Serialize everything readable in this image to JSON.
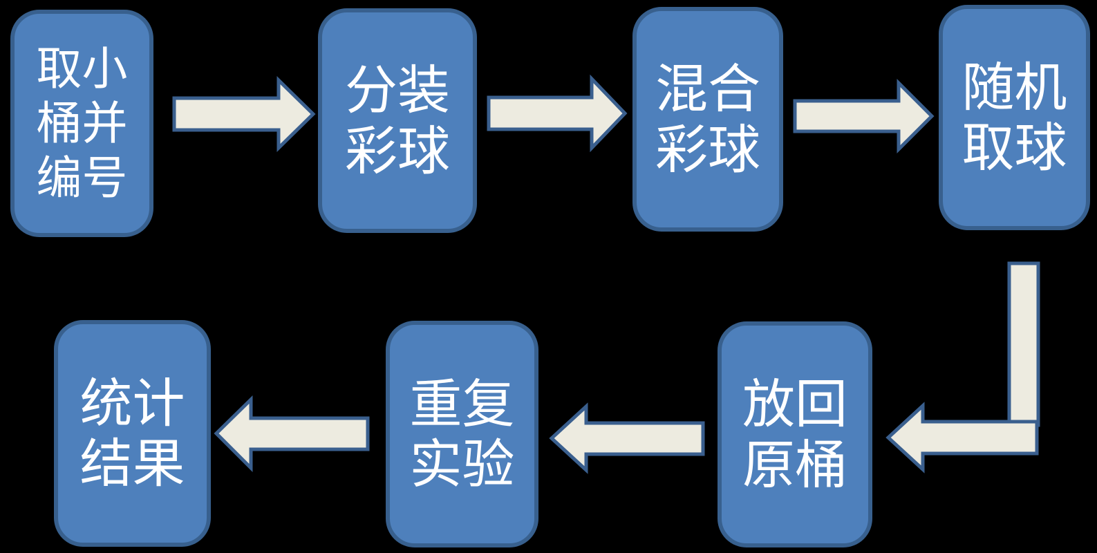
{
  "diagram": {
    "type": "flowchart",
    "nodes": [
      {
        "id": "step-1",
        "label": "取小\n桶并\n编号"
      },
      {
        "id": "step-2",
        "label": "分装\n彩球"
      },
      {
        "id": "step-3",
        "label": "混合\n彩球"
      },
      {
        "id": "step-4",
        "label": "随机\n取球"
      },
      {
        "id": "step-5",
        "label": "放回\n原桶"
      },
      {
        "id": "step-6",
        "label": "重复\n实验"
      },
      {
        "id": "step-7",
        "label": "统计\n结果"
      }
    ],
    "connectors": [
      {
        "from": "step-1",
        "to": "step-2",
        "shape": "right-arrow"
      },
      {
        "from": "step-2",
        "to": "step-3",
        "shape": "right-arrow"
      },
      {
        "from": "step-3",
        "to": "step-4",
        "shape": "right-arrow"
      },
      {
        "from": "step-4",
        "to": "step-5",
        "shape": "elbow-down-left-arrow"
      },
      {
        "from": "step-5",
        "to": "step-6",
        "shape": "left-arrow"
      },
      {
        "from": "step-6",
        "to": "step-7",
        "shape": "left-arrow"
      }
    ],
    "colors": {
      "background": "#000000",
      "node_fill": "#4E80BC",
      "node_border": "#38608E",
      "node_text": "#FFFFFF",
      "arrow_fill": "#EDEBE0",
      "arrow_border": "#3A5F8E"
    }
  }
}
